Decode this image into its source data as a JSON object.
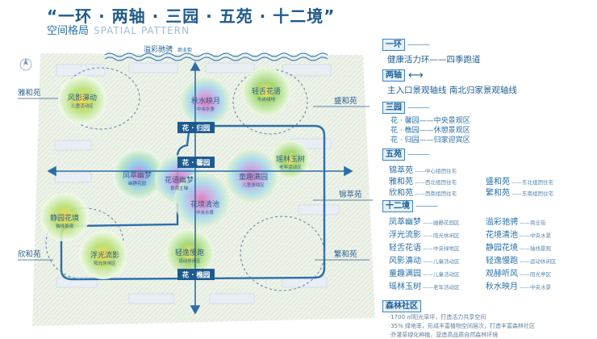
{
  "header": {
    "title": "“一环 · 两轴 · 三园 · 五苑 · 十二境”",
    "subtitle_cn": "空间格局",
    "subtitle_en": "SPATIAL PATTERN"
  },
  "map": {
    "top_label": "溢彩驰骋",
    "top_label_small": "商业街",
    "nodes": {
      "gui": "花 · 归园",
      "xin": "花 · 馨园",
      "qiao": "花 · 樵园"
    },
    "zones": {
      "fengying": {
        "name": "风影濞动",
        "sub": "儿童活动区"
      },
      "qiushui": {
        "name": "秋水映月",
        "sub": "中央水景"
      },
      "qingcao": {
        "name": "轻舌花语",
        "sub": "中央绿地"
      },
      "yaolin": {
        "name": "瑶林玉树",
        "sub": "老年活动区"
      },
      "fengcui": {
        "name": "凤萃幽梦",
        "sub": "幽静花园"
      },
      "huayu": {
        "name": "花语幽梦",
        "sub": "景观主轴"
      },
      "tongqu": {
        "name": "童趣满园",
        "sub": "儿童游戏区"
      },
      "huajing": {
        "name": "花境清池",
        "sub": "中央水景"
      },
      "jinghui": {
        "name": "静园花境",
        "sub": "轴线景观"
      },
      "fuguang": {
        "name": "浮光流影",
        "sub": "阳光休闲区"
      },
      "qingyi": {
        "name": "轻逸慢跑",
        "sub": "运动休闲区"
      }
    },
    "courts": {
      "yahe": "雅和苑",
      "dianhe": "盛和苑",
      "jincui": "锦萃苑",
      "xinhe": "欣和苑",
      "fanhe": "繁和苑"
    }
  },
  "legend": {
    "ring": {
      "head": "一环",
      "dash": "———",
      "line": "健康活力环——四季跑道"
    },
    "axes": {
      "head": "两轴",
      "arrow": "⟷",
      "line": "主入口景观轴线   南北归家景观轴线"
    },
    "gardens": {
      "head": "三园",
      "dash": "———",
      "items": [
        "花 · 馨园——中央景观区",
        "花 · 樵园——休憩景观区",
        "花 · 归园——归家迎宾区"
      ]
    },
    "courts": {
      "head": "五苑",
      "dash": "———",
      "items": [
        {
          "name": "锦萃苑",
          "desc": "——中心组团住宅"
        },
        {
          "name": "雅和苑",
          "desc": "——西北组团住宅"
        },
        {
          "name": "盛和苑",
          "desc": "——东北组团住宅"
        },
        {
          "name": "欣和苑",
          "desc": "——西南组团住宅"
        },
        {
          "name": "繁和苑",
          "desc": "——东南组团住宅"
        }
      ]
    },
    "scenes": {
      "head": "十二境",
      "dash": "———",
      "items": [
        {
          "name": "凤萃幽梦",
          "desc": "——幽静花园区"
        },
        {
          "name": "溢彩驰骋",
          "desc": "——商业街"
        },
        {
          "name": "浮光流影",
          "desc": "——阳光休闲区"
        },
        {
          "name": "花境清池",
          "desc": "——中央水景"
        },
        {
          "name": "轻舌花语",
          "desc": "——中央绿地区"
        },
        {
          "name": "静园花境",
          "desc": "——轴线景观"
        },
        {
          "name": "风影濞动",
          "desc": "——儿童活动区"
        },
        {
          "name": "轻逸慢跑",
          "desc": "——运动休闲区"
        },
        {
          "name": "童趣满园",
          "desc": "——儿童活动区"
        },
        {
          "name": "观赫听风",
          "desc": "——阳光亭区"
        },
        {
          "name": "瑶林玉树",
          "desc": "——老年活动区"
        },
        {
          "name": "秋水映月",
          "desc": "——中央水景"
        }
      ]
    },
    "forest": {
      "head": "森林社区",
      "notes": [
        "·1700 ㎡阳光草坪，打造活力共享空间",
        "·35% 绿地率，形成丰富植物空间层次，打造丰富森林社区",
        "·乔灌草绿化种植，营造高品质自然森林环境"
      ]
    }
  },
  "colors": {
    "primary": "#1e5f96",
    "accent": "#3f82c0",
    "node_bg": "#1d5a91"
  }
}
